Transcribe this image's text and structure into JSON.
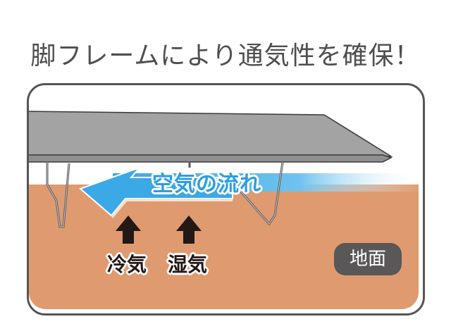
{
  "title": "脚フレームにより通気性を確保！",
  "labels": {
    "air_flow": "空気の流れ",
    "cold_air": "冷気",
    "humidity": "湿気",
    "ground": "地面"
  },
  "icons": {
    "air_flow_arrow": "left-arrow",
    "cold_air_arrow": "up-arrow",
    "humidity_arrow": "up-arrow"
  },
  "colors": {
    "title_text": "#4e4e4e",
    "frame_border": "#555555",
    "cot_surface": "#a3a3a3",
    "ground": "#df9a70",
    "air_flow": "#3aa9e6",
    "arrow_black": "#231815",
    "badge_bg": "#595757",
    "badge_text": "#ffffff"
  }
}
